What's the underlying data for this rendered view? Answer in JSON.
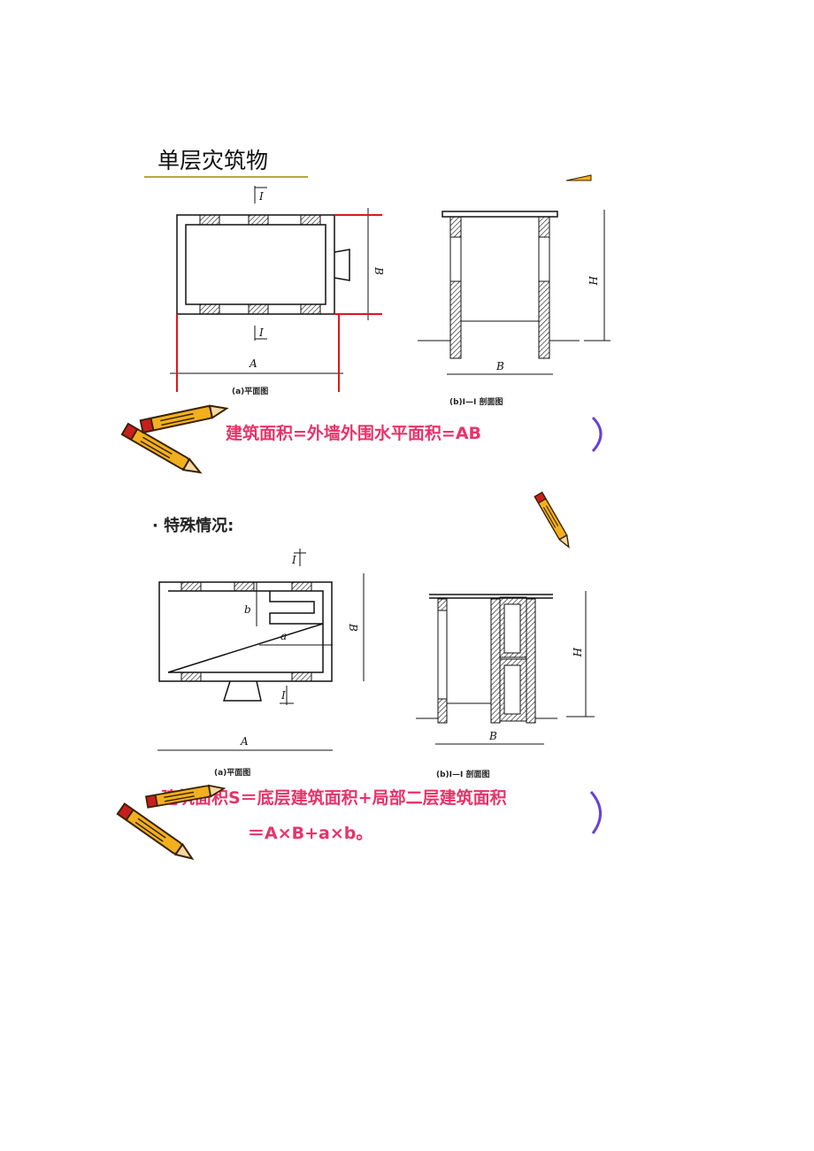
{
  "section1": {
    "title": "单层灾筑物",
    "plan": {
      "section_mark_top": "I",
      "section_mark_bottom": "I",
      "dim_a": "A",
      "dim_b": "B",
      "caption": "(a)平面图"
    },
    "section": {
      "dim_b": "B",
      "dim_h": "H",
      "caption": "(b)I—I 剖面图"
    },
    "formula": "建筑面积=外墙外围水平面积=AB"
  },
  "section2": {
    "bullet": "·  特殊情况:",
    "plan": {
      "section_mark_top": "I",
      "section_mark_bottom": "I",
      "dim_a": "A",
      "dim_b": "B",
      "dim_small_a": "a",
      "dim_small_b": "b",
      "caption": "(a)平面图"
    },
    "section": {
      "dim_b": "B",
      "dim_h": "H",
      "caption": "(b)I—I 剖面图"
    },
    "formula_line1": "建筑面积S＝底层建筑面积+局部二层建筑面积",
    "formula_line2": "＝A×B+a×b。"
  },
  "colors": {
    "formula": "#e8336a",
    "highlight_lines": "#e0161b",
    "title_underline": "#b5a93a",
    "bracket": "#6a3fd6",
    "pencil": "#f2b01e"
  }
}
